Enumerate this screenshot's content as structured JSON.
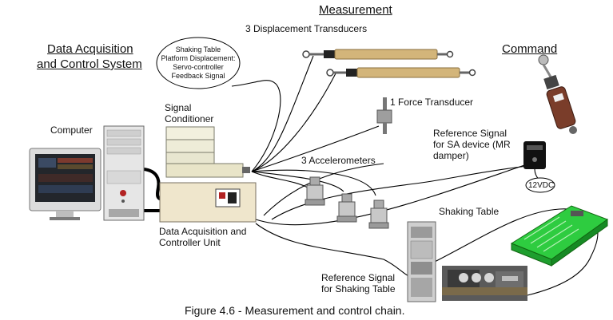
{
  "headings": {
    "measurement": "Measurement",
    "command": "Command",
    "daq_line1": "Data Acquisition",
    "daq_line2": "and Control System"
  },
  "labels": {
    "displacement": "3 Displacement Transducers",
    "force": "1 Force Transducer",
    "accelerometers": "3 Accelerometers",
    "computer": "Computer",
    "signal_conditioner_1": "Signal",
    "signal_conditioner_2": "Conditioner",
    "daq_unit_1": "Data Acquisition and",
    "daq_unit_2": "Controller Unit",
    "ref_sa_1": "Reference Signal",
    "ref_sa_2": "for SA device (MR",
    "ref_sa_3": "damper)",
    "shaking_table": "Shaking Table",
    "ref_st_1": "Reference Signal",
    "ref_st_2": "for Shaking Table",
    "voltage": "12VDC"
  },
  "bubble": {
    "line1": "Shaking Table",
    "line2": "Platform Displacement:",
    "line3": "Servo-controller",
    "line4": "Feedback Signal"
  },
  "caption": "Figure 4.6 - Measurement and control chain."
}
